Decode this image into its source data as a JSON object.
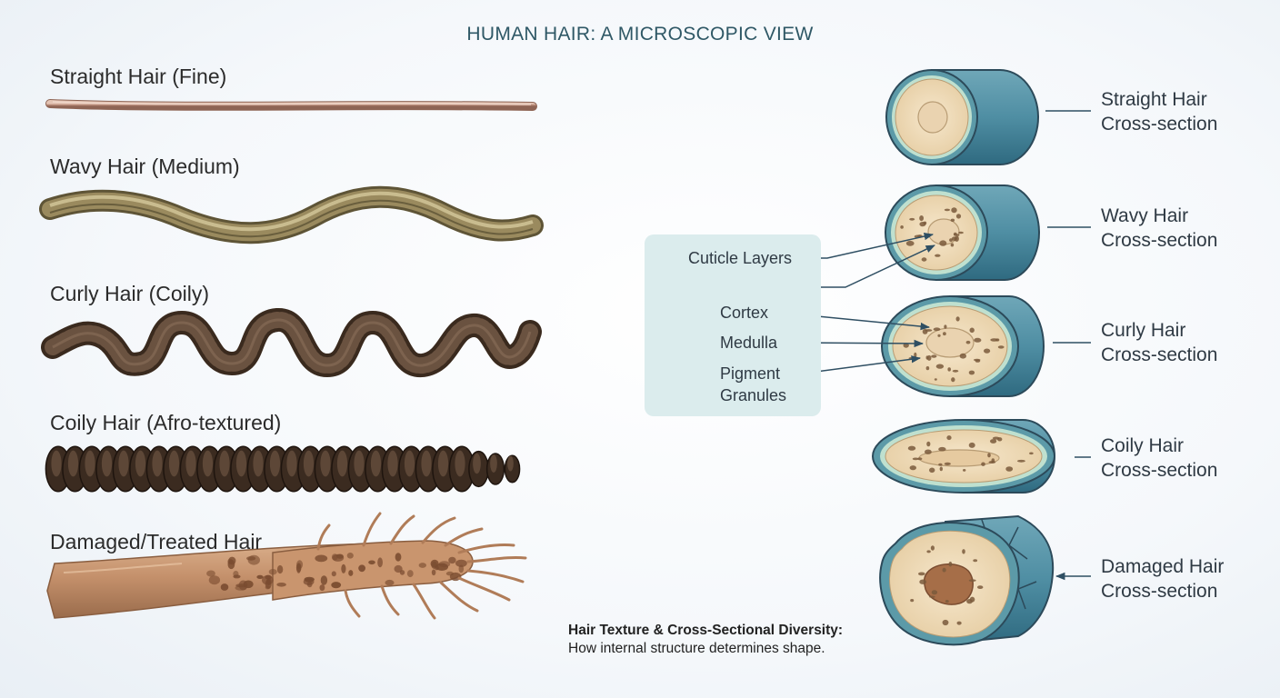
{
  "title": "HUMAN HAIR: A MICROSCOPIC VIEW",
  "hair_types": [
    {
      "label": "Straight Hair (Fine)"
    },
    {
      "label": "Wavy Hair (Medium)"
    },
    {
      "label": "Curly Hair (Coily)"
    },
    {
      "label": "Coily Hair (Afro-textured)"
    },
    {
      "label": "Damaged/Treated Hair"
    }
  ],
  "cross_sections": [
    {
      "line1": "Straight Hair",
      "line2": "Cross-section"
    },
    {
      "line1": "Wavy Hair",
      "line2": "Cross-section"
    },
    {
      "line1": "Curly Hair",
      "line2": "Cross-section"
    },
    {
      "line1": "Coily Hair",
      "line2": "Cross-section"
    },
    {
      "line1": "Damaged Hair",
      "line2": "Cross-section"
    }
  ],
  "legend": {
    "cuticle": "Cuticle Layers",
    "cortex": "Cortex",
    "medulla": "Medulla",
    "pigment_line1": "Pigment",
    "pigment_line2": "Granules"
  },
  "caption": {
    "heading": "Hair Texture & Cross-Sectional Diversity:",
    "text": "How internal structure determines shape."
  },
  "colors": {
    "title": "#2f5866",
    "cuticle_blue": "#4f8ea3",
    "cortex_tan": "#f1dfc0",
    "legend_bg": "#dbeced",
    "arrow": "#2f4f63"
  }
}
